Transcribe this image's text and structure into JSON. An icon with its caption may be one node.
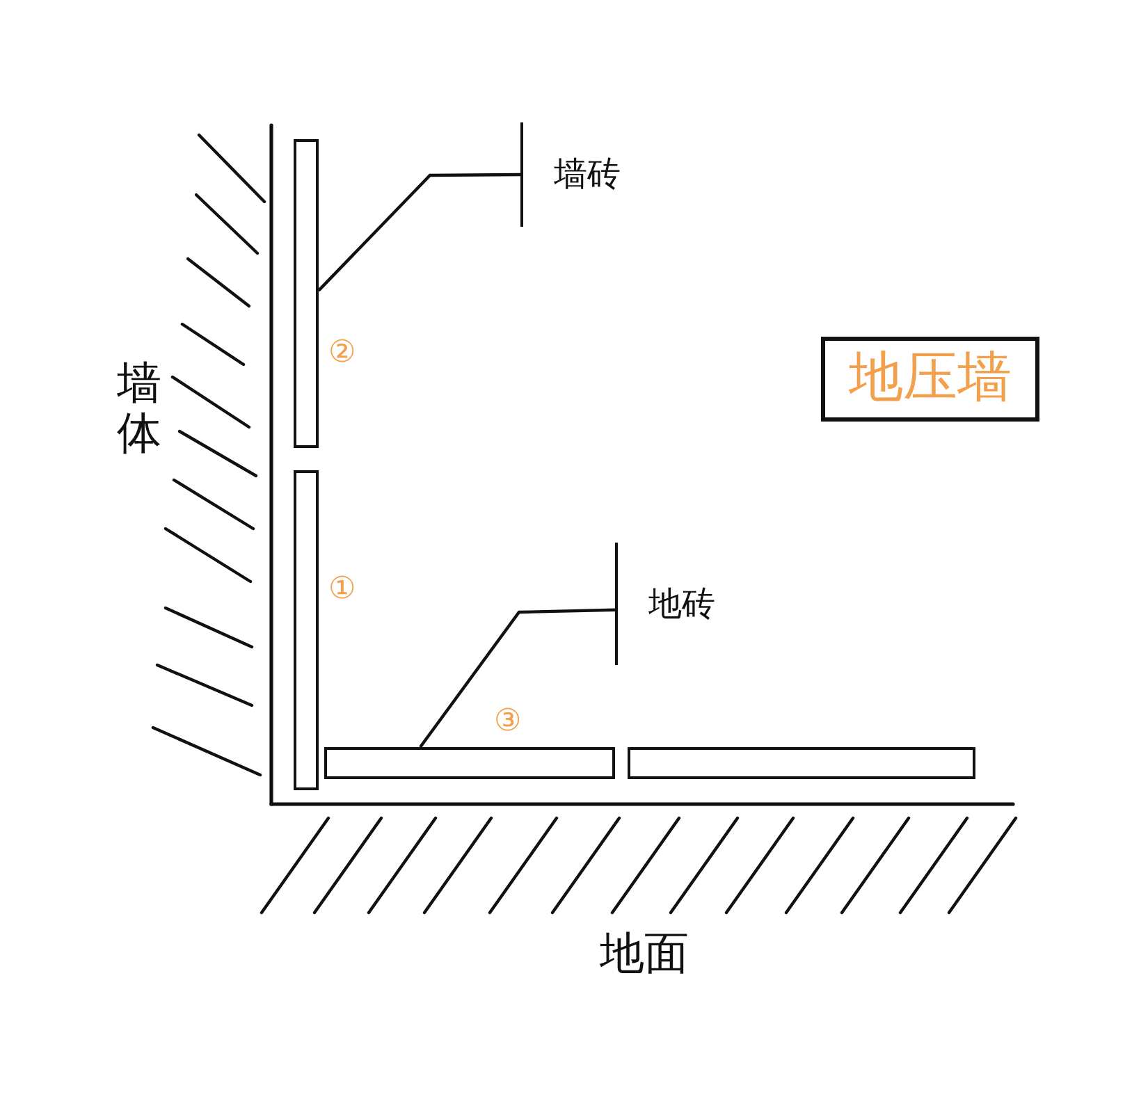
{
  "diagram": {
    "nodes": [
      {
        "text": [
          "墙砖"
        ]
      },
      {
        "text": [],
        "shape": "box",
        "beside": [
          "②"
        ]
      },
      {
        "text": [
          "地压墙"
        ]
      },
      {
        "text": [],
        "shape": "box",
        "beside": [
          "①"
        ]
      },
      {
        "text": [
          "地砖"
        ]
      },
      {
        "text": [],
        "shape": "box",
        "beside": [
          "③"
        ]
      },
      {
        "text": [],
        "shape": "box"
      }
    ],
    "edges": [
      {
        "from": 0,
        "to": 1,
        "arrow": "none"
      },
      {
        "from": 4,
        "to": 5,
        "arrow": "none"
      }
    ],
    "labels": [
      "墙体",
      "地面"
    ]
  }
}
